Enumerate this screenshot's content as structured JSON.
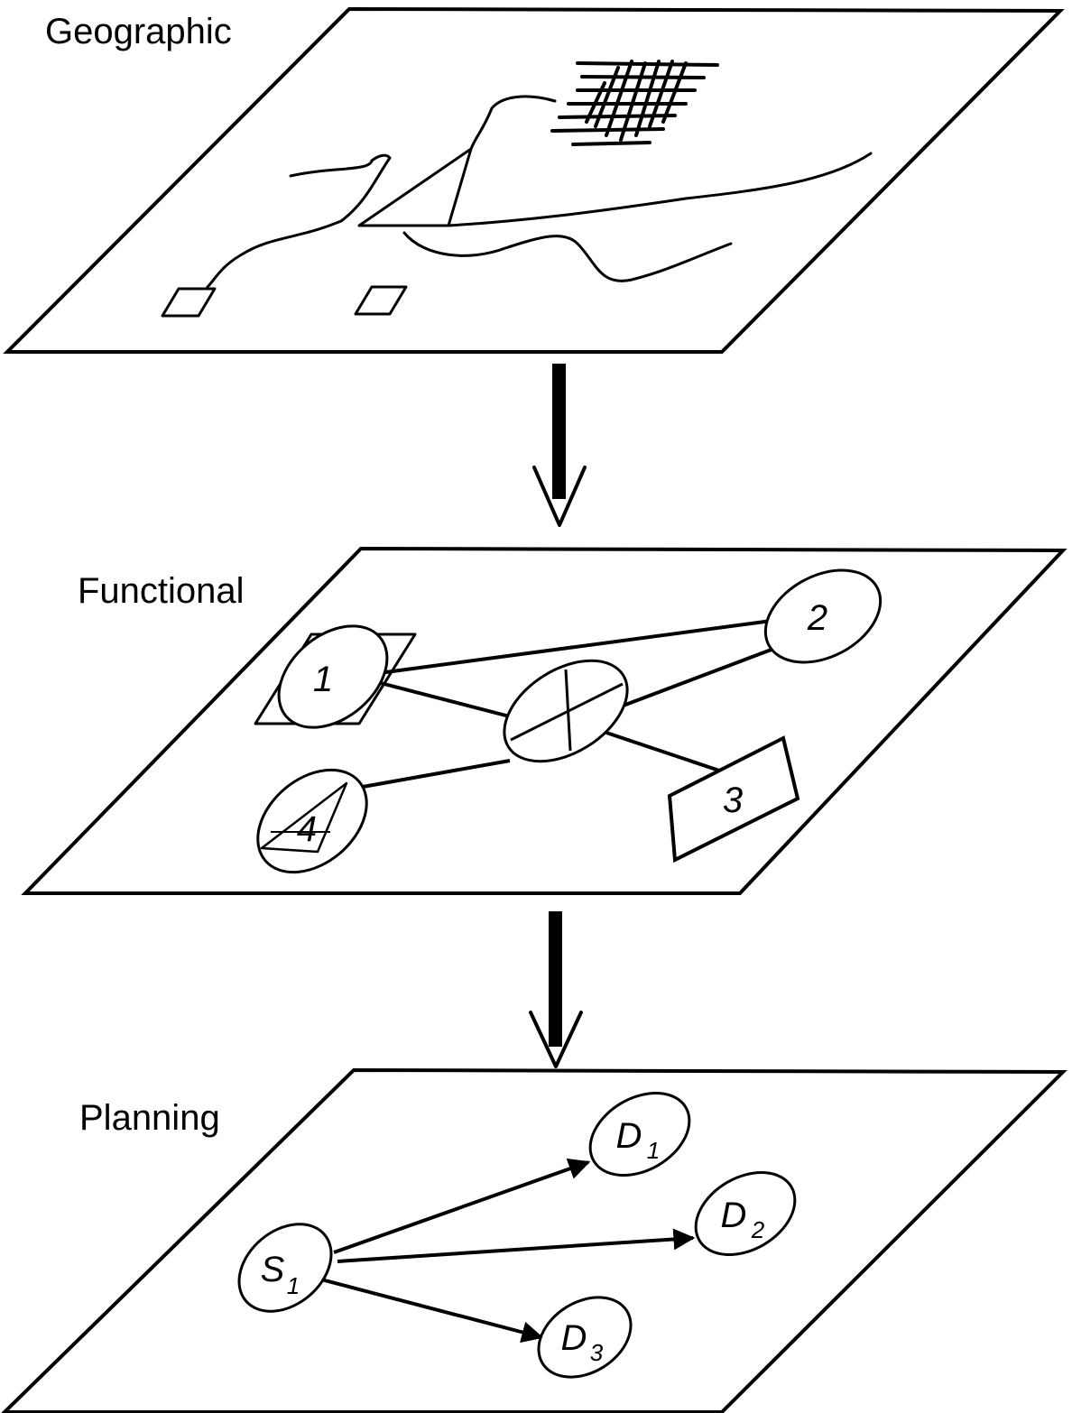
{
  "layers": {
    "geographic": {
      "title": "Geographic"
    },
    "functional": {
      "title": "Functional",
      "nodes": [
        "1",
        "2",
        "3",
        "4"
      ]
    },
    "planning": {
      "title": "Planning",
      "source": {
        "letter": "S",
        "sub": "1"
      },
      "destinations": [
        {
          "letter": "D",
          "sub": "1"
        },
        {
          "letter": "D",
          "sub": "2"
        },
        {
          "letter": "D",
          "sub": "3"
        }
      ]
    }
  }
}
